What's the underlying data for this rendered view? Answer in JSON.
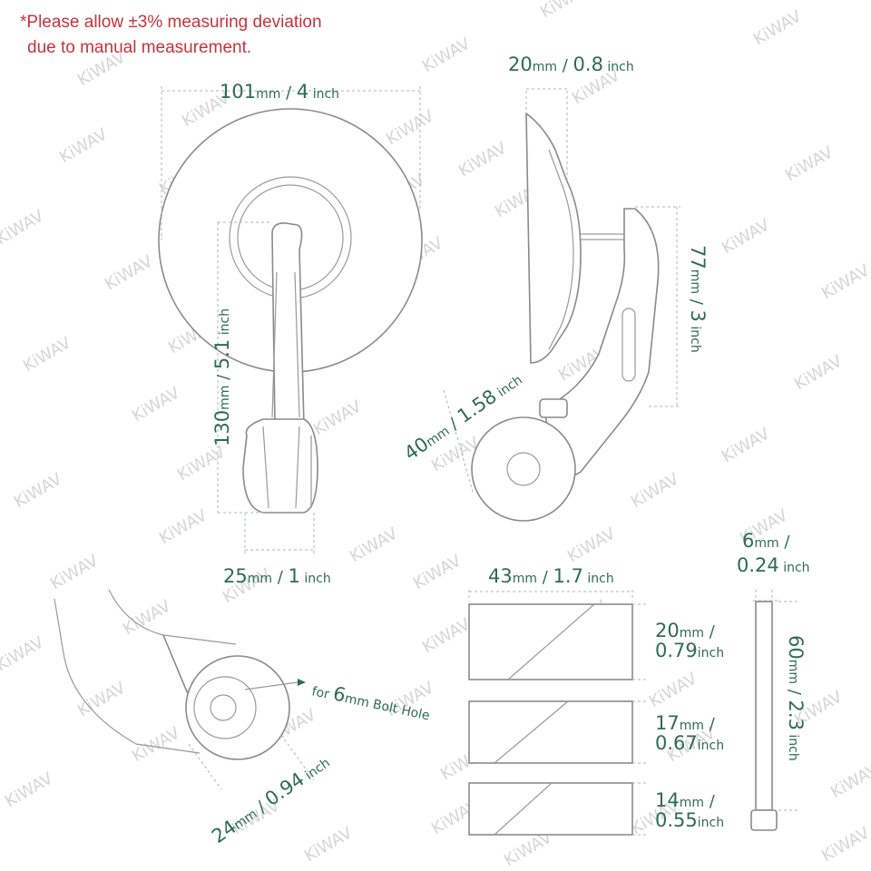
{
  "note": {
    "line1": "*Please allow ±3% measuring deviation",
    "line2": "due to manual measurement."
  },
  "dims": {
    "mirror_width": {
      "mm": "101",
      "inch": "4"
    },
    "mirror_depth": {
      "mm": "20",
      "inch": "0.8"
    },
    "arm_height": {
      "mm": "77",
      "inch": "3"
    },
    "total_height": {
      "mm": "130",
      "inch": "5.1"
    },
    "offset": {
      "mm": "40",
      "inch": "1.58"
    },
    "plug_width": {
      "mm": "25",
      "inch": "1"
    },
    "plug_diameter": {
      "mm": "24",
      "inch": "0.94"
    },
    "spacer_length": {
      "mm": "43",
      "inch": "1.7"
    },
    "spacer_dia_1": {
      "mm": "20",
      "inch": "0.79"
    },
    "spacer_dia_2": {
      "mm": "17",
      "inch": "0.67"
    },
    "spacer_dia_3": {
      "mm": "14",
      "inch": "0.55"
    },
    "bolt_dia": {
      "mm": "6",
      "inch": "0.24"
    },
    "bolt_length": {
      "mm": "60",
      "inch": "2.3"
    }
  },
  "units": {
    "mm": "mm",
    "inch": "inch",
    "slash": "/"
  },
  "bolt_hole": {
    "for": "for",
    "size": "6",
    "unit": "mm",
    "label": "Bolt Hole"
  },
  "watermark": "KiWAV",
  "colors": {
    "dimension": "#2f6b57",
    "note": "#c8323c",
    "outline": "#8a8a8a",
    "watermark": "#d6d6d6"
  }
}
